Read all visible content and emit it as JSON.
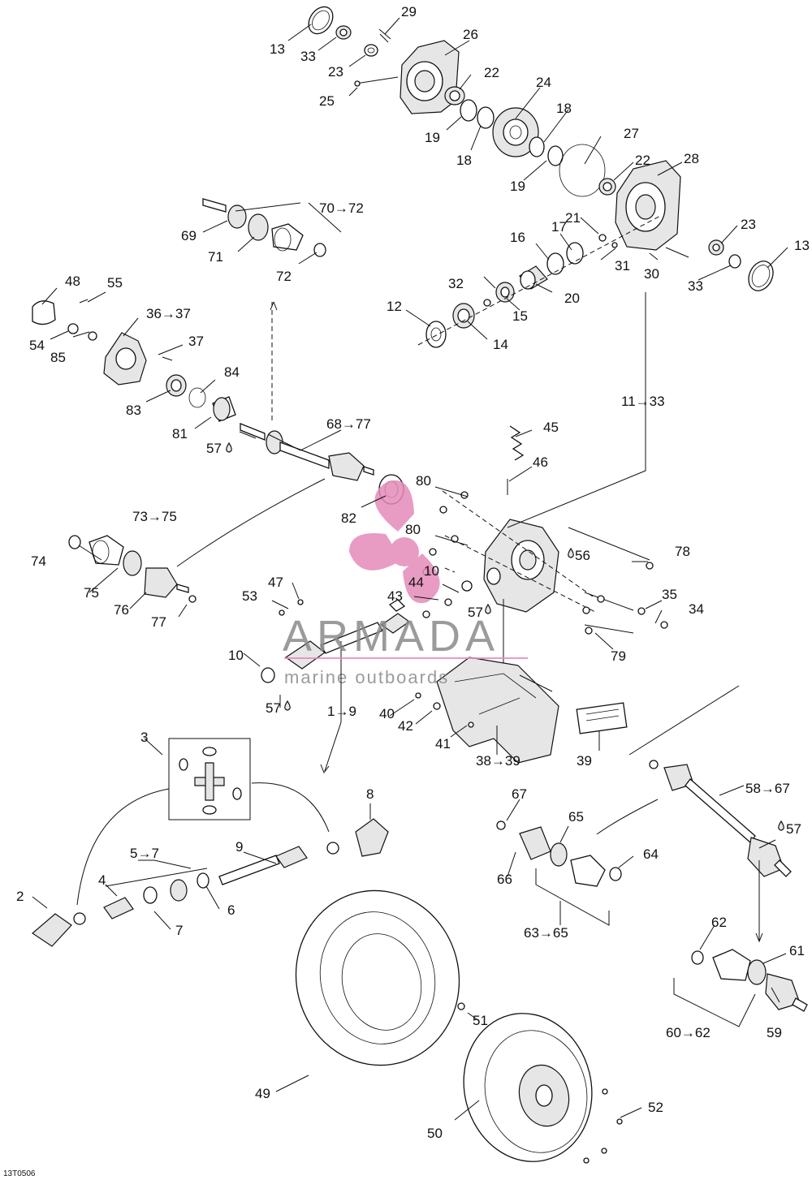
{
  "diagram": {
    "code": "13T0506",
    "watermark": {
      "brand": "ARMADA",
      "tagline": "marine outboards",
      "color": "#e48bb9"
    },
    "labels": [
      {
        "id": "l13a",
        "text": "13"
      },
      {
        "id": "l33a",
        "text": "33"
      },
      {
        "id": "l23a",
        "text": "23"
      },
      {
        "id": "l29",
        "text": "29"
      },
      {
        "id": "l26",
        "text": "26"
      },
      {
        "id": "l25",
        "text": "25"
      },
      {
        "id": "l22a",
        "text": "22"
      },
      {
        "id": "l24",
        "text": "24"
      },
      {
        "id": "l19a",
        "text": "19"
      },
      {
        "id": "l18a",
        "text": "18"
      },
      {
        "id": "l18b",
        "text": "18"
      },
      {
        "id": "l27",
        "text": "27"
      },
      {
        "id": "l19b",
        "text": "19"
      },
      {
        "id": "l22b",
        "text": "22"
      },
      {
        "id": "l28",
        "text": "28"
      },
      {
        "id": "l70",
        "text": "70→72"
      },
      {
        "id": "l69",
        "text": "69"
      },
      {
        "id": "l71",
        "text": "71"
      },
      {
        "id": "l72",
        "text": "72"
      },
      {
        "id": "l21",
        "text": "21"
      },
      {
        "id": "l17",
        "text": "17"
      },
      {
        "id": "l16",
        "text": "16"
      },
      {
        "id": "l23b",
        "text": "23"
      },
      {
        "id": "l13b",
        "text": "13"
      },
      {
        "id": "l31",
        "text": "31"
      },
      {
        "id": "l30",
        "text": "30"
      },
      {
        "id": "l48",
        "text": "48"
      },
      {
        "id": "l55",
        "text": "55"
      },
      {
        "id": "l32",
        "text": "32"
      },
      {
        "id": "l20",
        "text": "20"
      },
      {
        "id": "l33b",
        "text": "33"
      },
      {
        "id": "l36",
        "text": "36→37"
      },
      {
        "id": "l12",
        "text": "12"
      },
      {
        "id": "l15",
        "text": "15"
      },
      {
        "id": "l54",
        "text": "54"
      },
      {
        "id": "l85",
        "text": "85"
      },
      {
        "id": "l37",
        "text": "37"
      },
      {
        "id": "l14",
        "text": "14"
      },
      {
        "id": "l84",
        "text": "84"
      },
      {
        "id": "l83",
        "text": "83"
      },
      {
        "id": "l11",
        "text": "11→33"
      },
      {
        "id": "l81",
        "text": "81"
      },
      {
        "id": "l68",
        "text": "68→77"
      },
      {
        "id": "l45",
        "text": "45"
      },
      {
        "id": "l57a",
        "text": "57"
      },
      {
        "id": "l46",
        "text": "46"
      },
      {
        "id": "l80a",
        "text": "80"
      },
      {
        "id": "l73",
        "text": "73→75"
      },
      {
        "id": "l82",
        "text": "82"
      },
      {
        "id": "l80b",
        "text": "80"
      },
      {
        "id": "l78",
        "text": "78"
      },
      {
        "id": "l56",
        "text": "56"
      },
      {
        "id": "l74",
        "text": "74"
      },
      {
        "id": "l10a",
        "text": "10"
      },
      {
        "id": "l47",
        "text": "47"
      },
      {
        "id": "l44",
        "text": "44"
      },
      {
        "id": "l75",
        "text": "75"
      },
      {
        "id": "l53",
        "text": "53"
      },
      {
        "id": "l43",
        "text": "43"
      },
      {
        "id": "l35",
        "text": "35"
      },
      {
        "id": "l57b",
        "text": "57"
      },
      {
        "id": "l34",
        "text": "34"
      },
      {
        "id": "l76",
        "text": "76"
      },
      {
        "id": "l77",
        "text": "77"
      },
      {
        "id": "l10b",
        "text": "10"
      },
      {
        "id": "l79",
        "text": "79"
      },
      {
        "id": "l57c",
        "text": "57"
      },
      {
        "id": "l1",
        "text": "1→9"
      },
      {
        "id": "l40",
        "text": "40"
      },
      {
        "id": "l42",
        "text": "42"
      },
      {
        "id": "l41",
        "text": "41"
      },
      {
        "id": "l38",
        "text": "38→39"
      },
      {
        "id": "l39",
        "text": "39"
      },
      {
        "id": "l3",
        "text": "3"
      },
      {
        "id": "l58",
        "text": "58→67"
      },
      {
        "id": "l8",
        "text": "8"
      },
      {
        "id": "l67",
        "text": "67"
      },
      {
        "id": "l65",
        "text": "65"
      },
      {
        "id": "l57d",
        "text": "57"
      },
      {
        "id": "l9",
        "text": "9"
      },
      {
        "id": "l64",
        "text": "64"
      },
      {
        "id": "l5",
        "text": "5→7"
      },
      {
        "id": "l66",
        "text": "66"
      },
      {
        "id": "l4",
        "text": "4"
      },
      {
        "id": "l2",
        "text": "2"
      },
      {
        "id": "l7",
        "text": "7"
      },
      {
        "id": "l6",
        "text": "6"
      },
      {
        "id": "l63",
        "text": "63→65"
      },
      {
        "id": "l62",
        "text": "62"
      },
      {
        "id": "l61",
        "text": "61"
      },
      {
        "id": "l60",
        "text": "60→62"
      },
      {
        "id": "l59",
        "text": "59"
      },
      {
        "id": "l51",
        "text": "51"
      },
      {
        "id": "l49",
        "text": "49"
      },
      {
        "id": "l52",
        "text": "52"
      },
      {
        "id": "l50",
        "text": "50"
      }
    ]
  }
}
